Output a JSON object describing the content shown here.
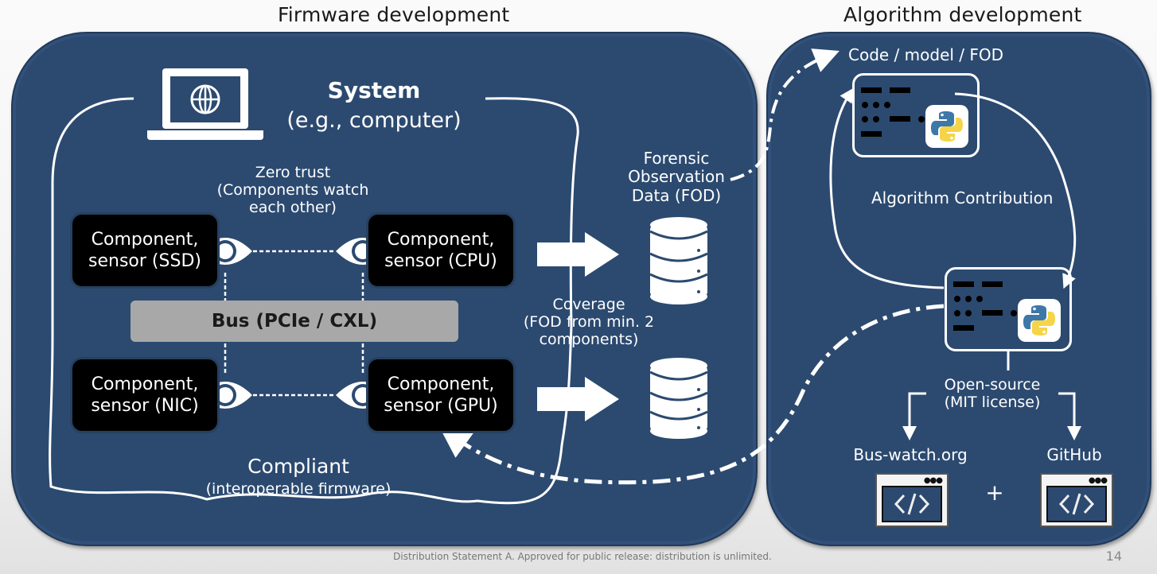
{
  "sections": {
    "firmware_title": "Firmware development",
    "algorithm_title": "Algorithm development"
  },
  "system": {
    "title": "System",
    "subtitle": "(e.g., computer)",
    "icon": "laptop-globe-icon"
  },
  "zero_trust": {
    "line1": "Zero trust",
    "line2": "(Components watch",
    "line3": "each other)"
  },
  "components": [
    {
      "line1": "Component,",
      "line2": "sensor (SSD)"
    },
    {
      "line1": "Component,",
      "line2": "sensor (CPU)"
    },
    {
      "line1": "Component,",
      "line2": "sensor (NIC)"
    },
    {
      "line1": "Component,",
      "line2": "sensor (GPU)"
    }
  ],
  "bus": {
    "label": "Bus (PCIe / CXL)"
  },
  "compliant": {
    "title": "Compliant",
    "subtitle": "(interoperable firmware)"
  },
  "fod": {
    "line1": "Forensic",
    "line2": "Observation",
    "line3": "Data (FOD)"
  },
  "coverage": {
    "line1": "Coverage",
    "line2": "(FOD from min. 2",
    "line3": "components)"
  },
  "algorithm": {
    "code_model_fod": "Code / model / FOD",
    "contribution": "Algorithm Contribution",
    "open_source_line1": "Open-source",
    "open_source_line2": "(MIT license)",
    "targets": [
      "Bus-watch.org",
      "GitHub"
    ],
    "plus": "+"
  },
  "footer": {
    "statement": "Distribution Statement A. Approved for public release: distribution is unlimited.",
    "page_number": "14"
  },
  "colors": {
    "panel": "#2c4a70",
    "bus": "#a8a8a8",
    "component": "#000000",
    "python_blue": "#3d78a8",
    "python_yellow": "#f5d44a"
  }
}
